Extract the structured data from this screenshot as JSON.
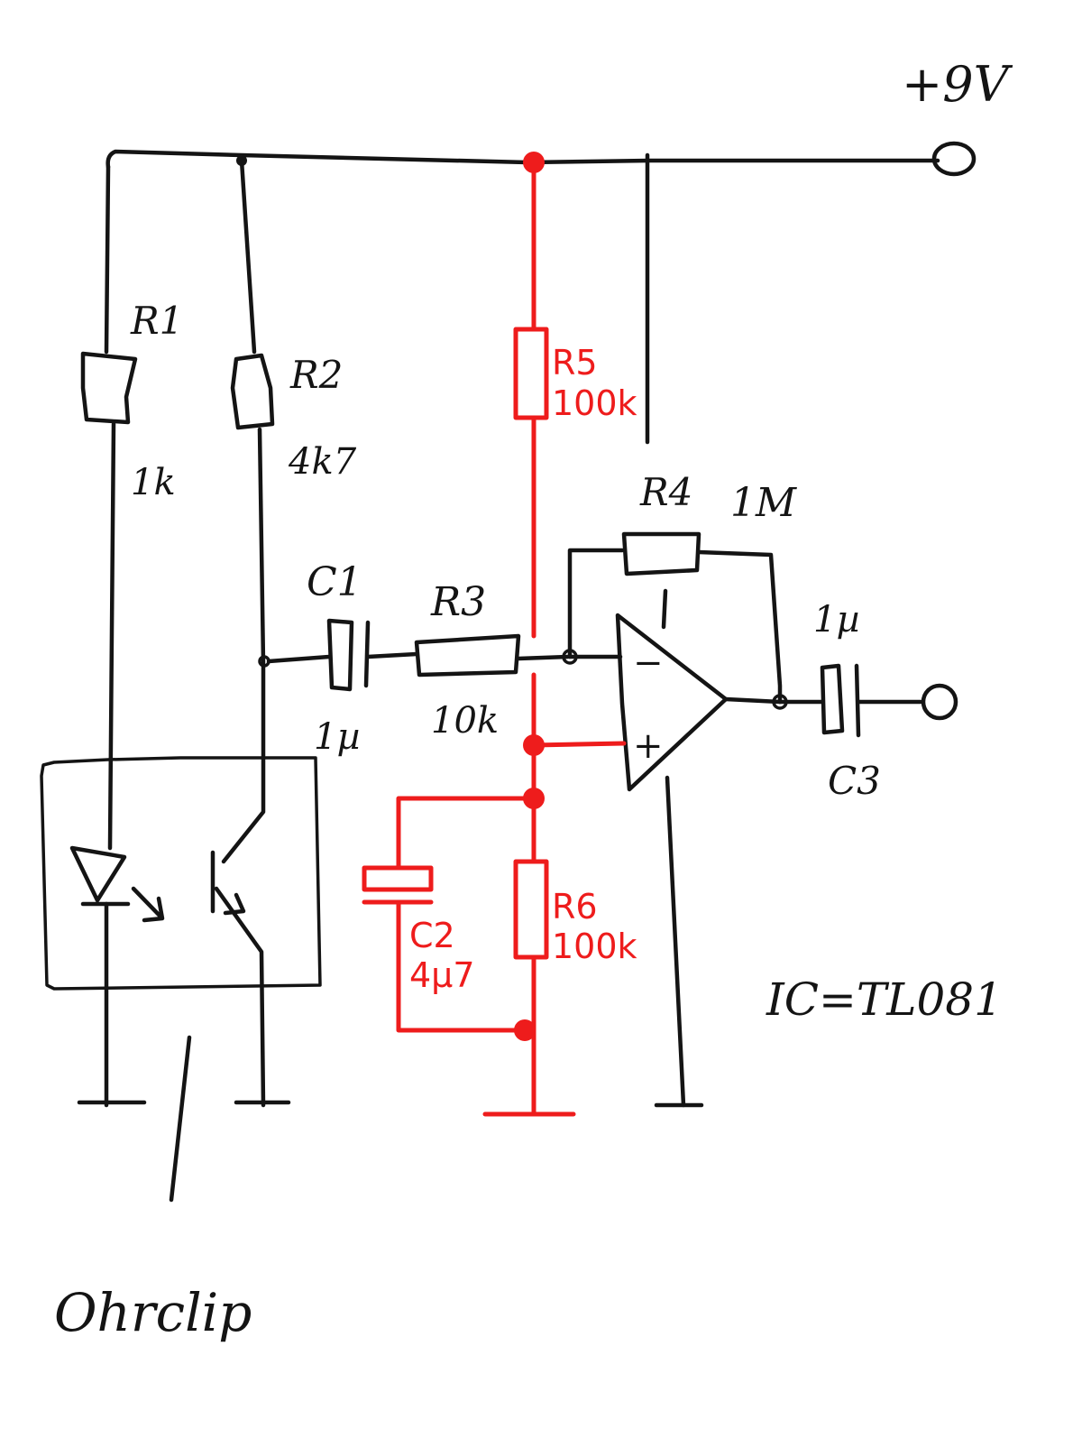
{
  "diagram": {
    "supply_label": "+9V",
    "ic_label": "IC=TL081",
    "sensor_label": "Ohrclip",
    "components": {
      "R1": {
        "name": "R1",
        "value": "1k"
      },
      "R2": {
        "name": "R2",
        "value": "4k7"
      },
      "R3": {
        "name": "R3",
        "value": "10k"
      },
      "R4": {
        "name": "R4",
        "value": "1M"
      },
      "R5": {
        "name": "R5",
        "value": "100k"
      },
      "R6": {
        "name": "R6",
        "value": "100k"
      },
      "C1": {
        "name": "C1",
        "value": "1µ"
      },
      "C2": {
        "name": "C2",
        "value": "4µ7"
      },
      "C3": {
        "name": "C3",
        "value": "1µ"
      }
    },
    "opamp": {
      "inverting": "−",
      "non_inverting": "+"
    },
    "colors": {
      "ink": "#141414",
      "highlight": "#ee1c1c",
      "background": "#ffffff"
    }
  }
}
